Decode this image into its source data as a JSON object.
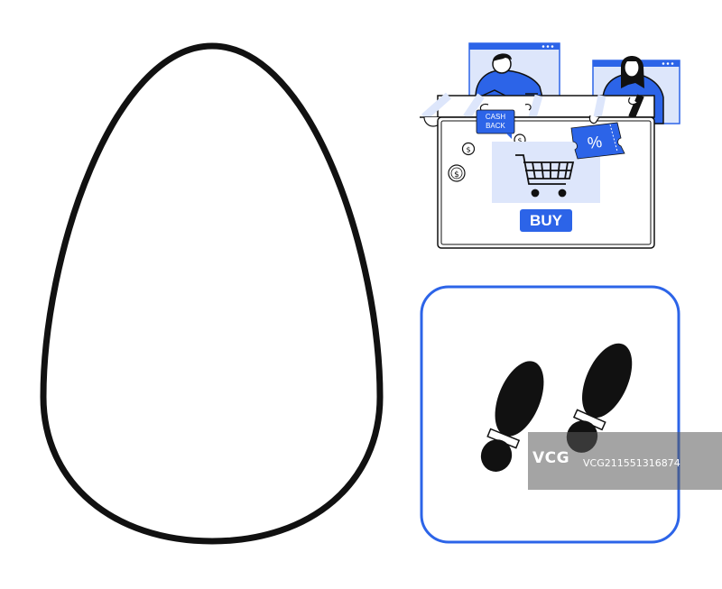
{
  "shop": {
    "cashback_line1": "CASH",
    "cashback_line2": "BACK",
    "discount_symbol": "%",
    "buy_label": "BUY"
  },
  "icons": {
    "egg": "egg-outline-icon",
    "storefront": "online-storefront-icon",
    "cart": "shopping-cart-icon",
    "coupon": "discount-coupon-icon",
    "coin": "dollar-coin-icon",
    "footprints": "shoe-footprints-icon"
  },
  "watermark": {
    "logo": "VCG",
    "id": "VCG211551316874"
  },
  "colors": {
    "accent_blue": "#2c64e8",
    "light_blue": "#dde6fb",
    "outline": "#111111"
  }
}
